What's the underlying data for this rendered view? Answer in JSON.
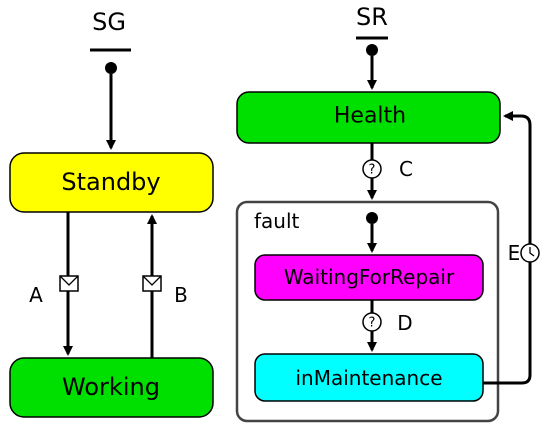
{
  "regions": {
    "left": {
      "label": "SG"
    },
    "right": {
      "label": "SR"
    }
  },
  "states": {
    "standby": {
      "label": "Standby",
      "color": "#ffff00"
    },
    "working": {
      "label": "Working",
      "color": "#00e000"
    },
    "health": {
      "label": "Health",
      "color": "#00e000"
    },
    "fault": {
      "label": "fault"
    },
    "waiting": {
      "label": "WaitingForRepair",
      "color": "#ff00ff"
    },
    "maintenance": {
      "label": "inMaintenance",
      "color": "#00ffff"
    }
  },
  "transitions": {
    "a": {
      "label": "A",
      "trigger_icon": "envelope-icon"
    },
    "b": {
      "label": "B",
      "trigger_icon": "envelope-icon"
    },
    "c": {
      "label": "C",
      "trigger_icon": "question-icon"
    },
    "d": {
      "label": "D",
      "trigger_icon": "question-icon"
    },
    "e": {
      "label": "E",
      "trigger_icon": "clock-icon"
    }
  }
}
